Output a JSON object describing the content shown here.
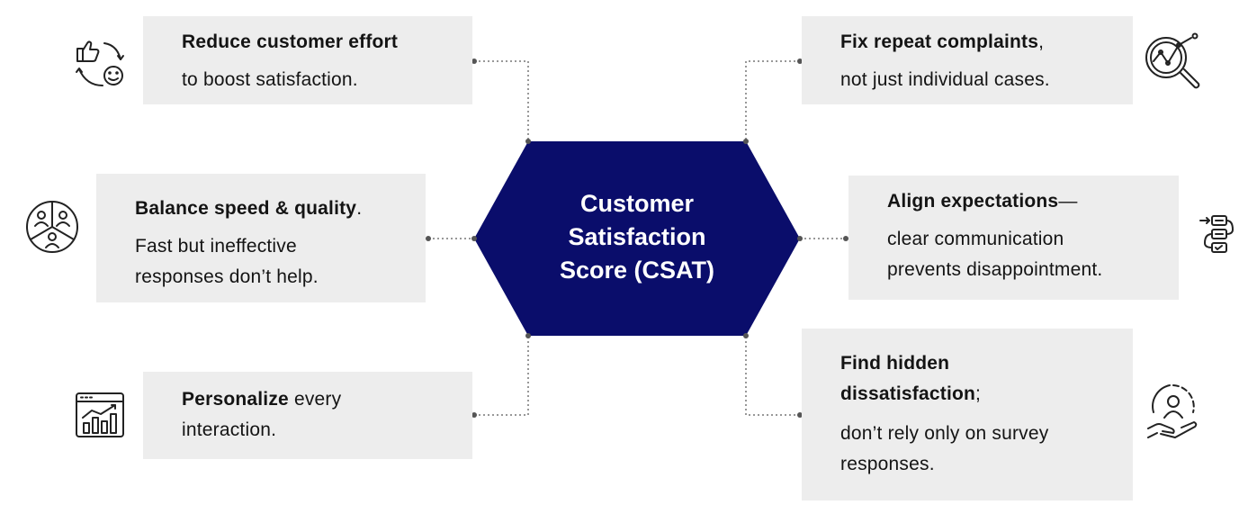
{
  "center": {
    "line1": "Customer",
    "line2": "Satisfaction",
    "line3": "Score (CSAT)",
    "color": "#0a0d6b"
  },
  "cards": [
    {
      "id": "reduce-effort",
      "bold": "Reduce customer effort",
      "suffix": "",
      "line2": "to boost satisfaction.",
      "icon": "thumbs-up-smile-cycle-icon"
    },
    {
      "id": "balance-speed",
      "bold": "Balance speed & quality",
      "suffix": ".",
      "line2": "Fast but ineffective",
      "line3": "responses don’t help.",
      "icon": "team-pie-icon"
    },
    {
      "id": "personalize",
      "bold": "Personalize",
      "suffix": " every",
      "line2": "interaction.",
      "icon": "analytics-dashboard-icon"
    },
    {
      "id": "fix-repeat",
      "bold": "Fix repeat complaints",
      "suffix": ",",
      "line2": "not just individual cases.",
      "icon": "magnifier-trend-icon"
    },
    {
      "id": "align-expect",
      "bold": "Align expectations",
      "suffix": "—",
      "line2": "clear communication",
      "line3": "prevents disappointment.",
      "icon": "checklist-flow-icon"
    },
    {
      "id": "hidden-dissat",
      "bold": "Find hidden",
      "bold2": "dissatisfaction",
      "suffix": ";",
      "line2": "don’t rely only on survey",
      "line3": "responses.",
      "icon": "hand-user-cycle-icon"
    }
  ],
  "colors": {
    "box": "#ededed",
    "connector": "#666666",
    "hexagon": "#0a0d6b"
  }
}
